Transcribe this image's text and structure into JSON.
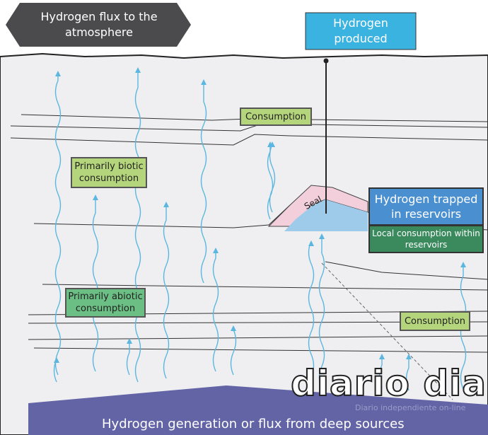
{
  "labels": {
    "flux_atmosphere": "Hydrogen flux to the atmosphere",
    "hydrogen_produced": "Hydrogen produced",
    "consumption_top": "Consumption",
    "primarily_biotic": "Primarily biotic consumption",
    "seal": "Seal",
    "hydrogen_trapped": "Hydrogen trapped in reservoirs",
    "local_consumption": "Local consumption within reservoirs",
    "primarily_abiotic": "Primarily abiotic consumption",
    "consumption_right": "Consumption",
    "generation": "Hydrogen generation or flux from deep sources"
  },
  "watermark": {
    "logo": "diario dia",
    "tagline": "Diario independiente on-line"
  },
  "colors": {
    "background": "#efeff1",
    "atmosphere_box": "#4b4b4d",
    "produced_box": "#3bb3e0",
    "trapped_box": "#4a8fd0",
    "local_box": "#3a8a5e",
    "biotic_box": "#b5d57c",
    "abiotic_box": "#6cbf84",
    "generation_band": "#6364a6",
    "seal": "#f3cfdc",
    "reservoir": "#9ecbea",
    "arrows": "#5bb7e0"
  }
}
